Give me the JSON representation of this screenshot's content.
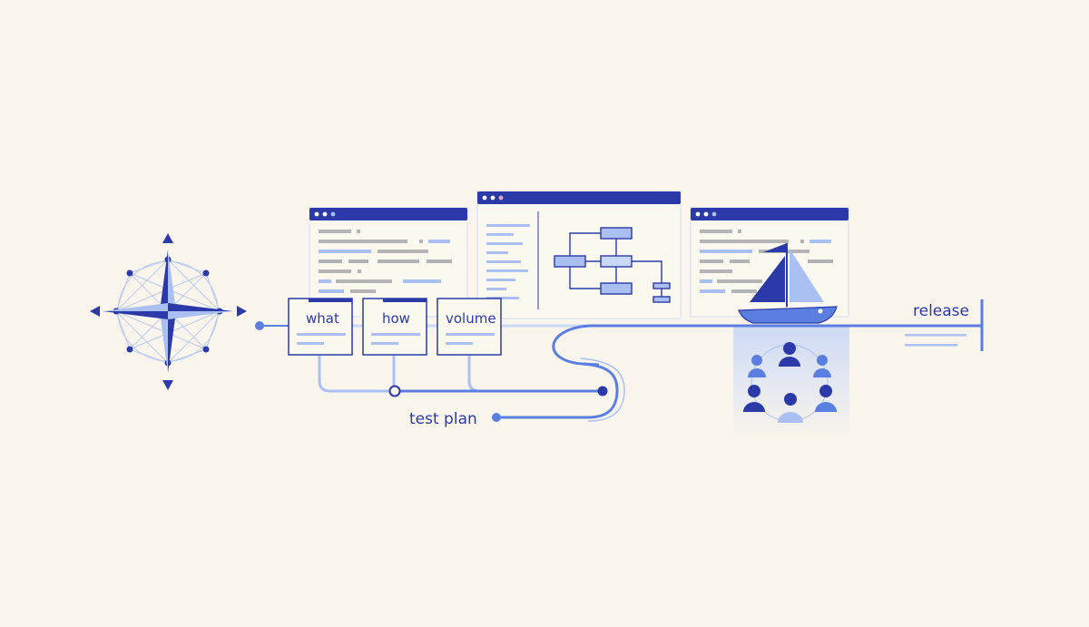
{
  "colors": {
    "background": "#f9f4ec",
    "primary": "#2b3aa8",
    "medium": "#5b7fe0",
    "light": "#aac0f2",
    "pale": "#c9d8f7",
    "gray": "#b4b4b4",
    "window_body": "#fbf8ef"
  },
  "compass": {
    "icon": "compass-rose-icon"
  },
  "cards": [
    {
      "label": "what"
    },
    {
      "label": "how"
    },
    {
      "label": "volume"
    }
  ],
  "windows": {
    "left": {
      "content": "code-lines"
    },
    "center": {
      "content": "flowchart"
    },
    "right": {
      "content": "code-lines"
    }
  },
  "labels": {
    "test_plan": "test plan",
    "release": "release"
  },
  "boat": {
    "icon": "sailboat-icon"
  },
  "team": {
    "icon": "team-circle-icon",
    "members": 6
  }
}
